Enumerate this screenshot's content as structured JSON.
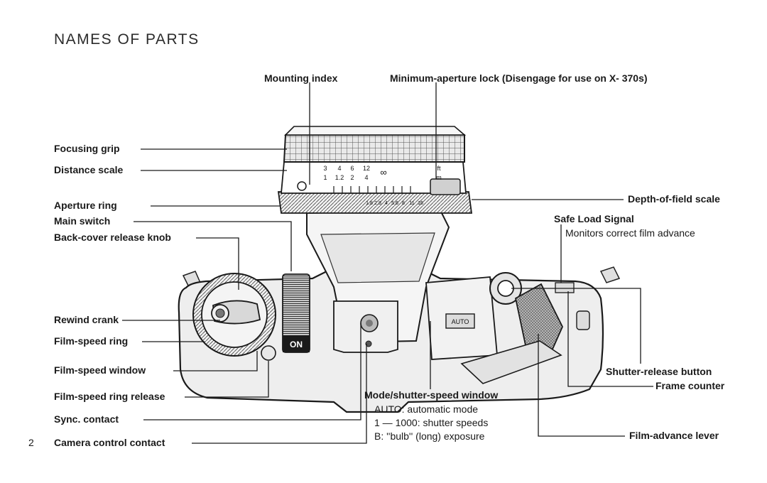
{
  "page": {
    "title": "NAMES OF PARTS",
    "page_number": "2"
  },
  "labels": {
    "mounting_index": "Mounting index",
    "min_aperture_lock": "Minimum-aperture lock (Disengage for use on X- 370s)",
    "focusing_grip": "Focusing grip",
    "distance_scale": "Distance scale",
    "aperture_ring": "Aperture ring",
    "main_switch": "Main switch",
    "back_cover_release": "Back-cover release knob",
    "rewind_crank": "Rewind crank",
    "film_speed_ring": "Film-speed ring",
    "film_speed_window": "Film-speed window",
    "film_speed_ring_release": "Film-speed ring release",
    "sync_contact": "Sync. contact",
    "camera_control_contact": "Camera control contact",
    "depth_of_field_scale": "Depth-of-field scale",
    "safe_load_signal": "Safe Load Signal",
    "safe_load_signal_desc": "Monitors correct film advance",
    "shutter_release_button": "Shutter-release button",
    "frame_counter": "Frame counter",
    "film_advance_lever": "Film-advance lever",
    "mode_window": "Mode/shutter-speed window",
    "mode_auto": "AUTO: automatic mode",
    "mode_speeds": "1 — 1000: shutter speeds",
    "mode_bulb": "B: ''bulb'' (long) exposure"
  },
  "camera_markings": {
    "on": "ON",
    "auto": "AUTO",
    "ft": "ft",
    "m": "m",
    "infinity": "∞",
    "distance_ft": [
      "3",
      "4",
      "6",
      "12"
    ],
    "distance_m": [
      "1",
      "1.2",
      "2",
      "4"
    ],
    "aperture_marks": [
      "1.8",
      "2.8",
      "4",
      "5.6",
      "8",
      "11",
      "16"
    ]
  }
}
